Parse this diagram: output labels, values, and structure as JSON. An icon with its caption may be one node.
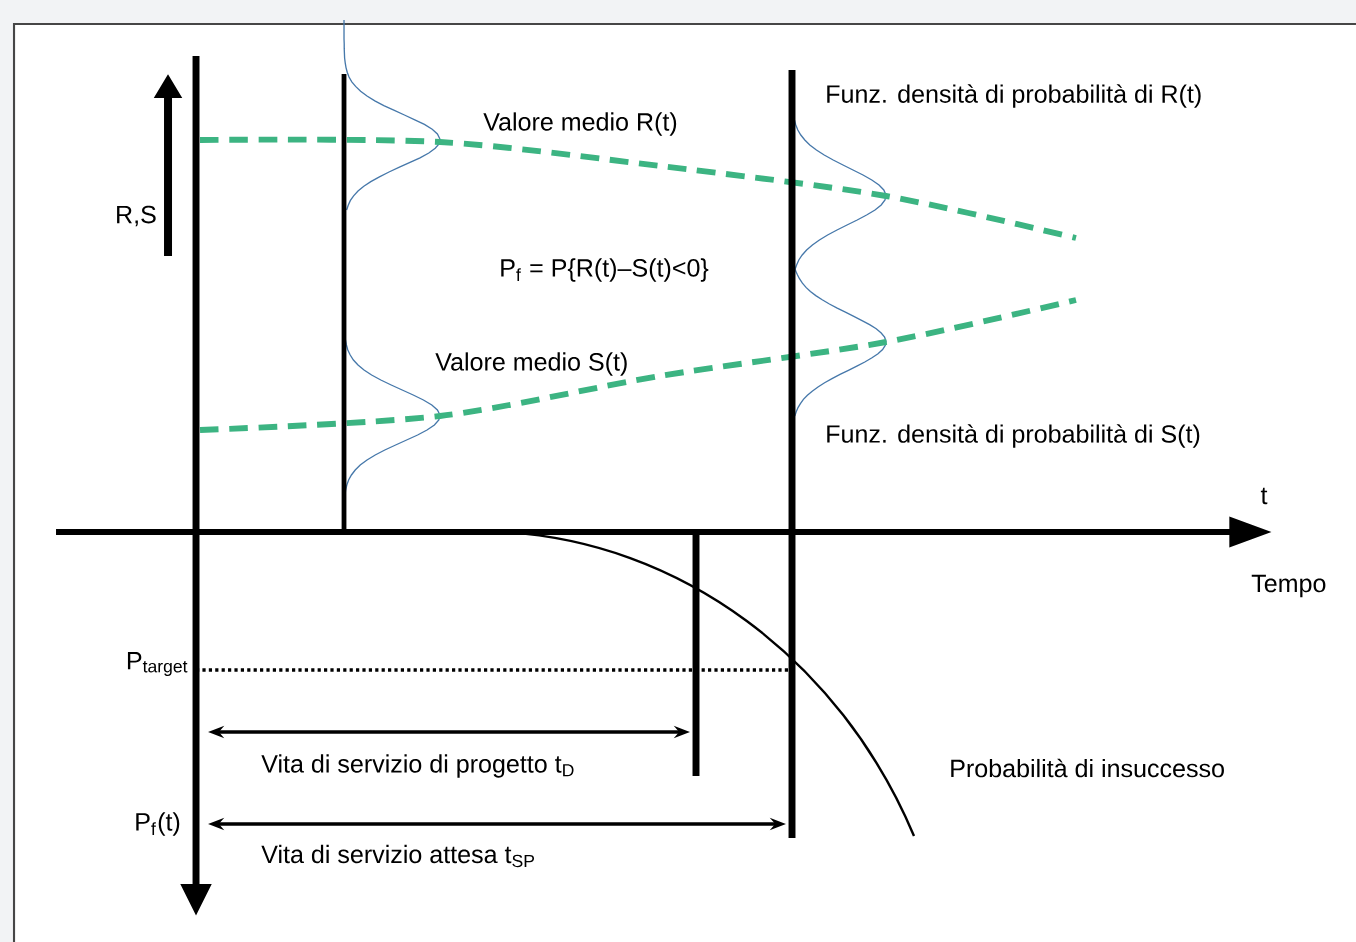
{
  "diagram": {
    "labels": [
      "R,S",
      "Valore medio R(t)",
      "Funz. densità di probabilità di R(t)",
      "P$_{f}$ = P{R(t)–S(t)<0}",
      "Valore medio S(t)",
      "Funz. densità di probabilità di S(t)",
      "t",
      "Tempo",
      "P$_{target}$",
      "Vita di servizio di progetto t$_{D}$",
      "Probabilità di insuccesso",
      "P$_{f}$(t)",
      "Vita di servizio attesa t$_{SP}$"
    ]
  }
}
